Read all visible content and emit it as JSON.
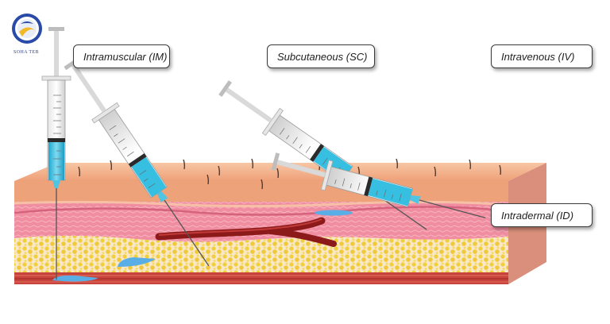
{
  "logo": {
    "text": "SOHA TEB",
    "icon": "soha-teb-logo-icon"
  },
  "labels": {
    "intramuscular": "Intramuscular (IM)",
    "subcutaneous": "Subcutaneous (SC)",
    "intravenous": "Intravenous (IV)",
    "intradermal": "Intradermal (ID)"
  },
  "colors": {
    "epidermis": "#f2a97d",
    "dermis": "#f08da0",
    "fat": "#f8e7c8",
    "fat_globule": "#f1cf3a",
    "muscle": "#c7433b",
    "vein": "#8c1a1a",
    "medication": "#5aaee6",
    "syringe_fluid": "#36bfe0"
  }
}
